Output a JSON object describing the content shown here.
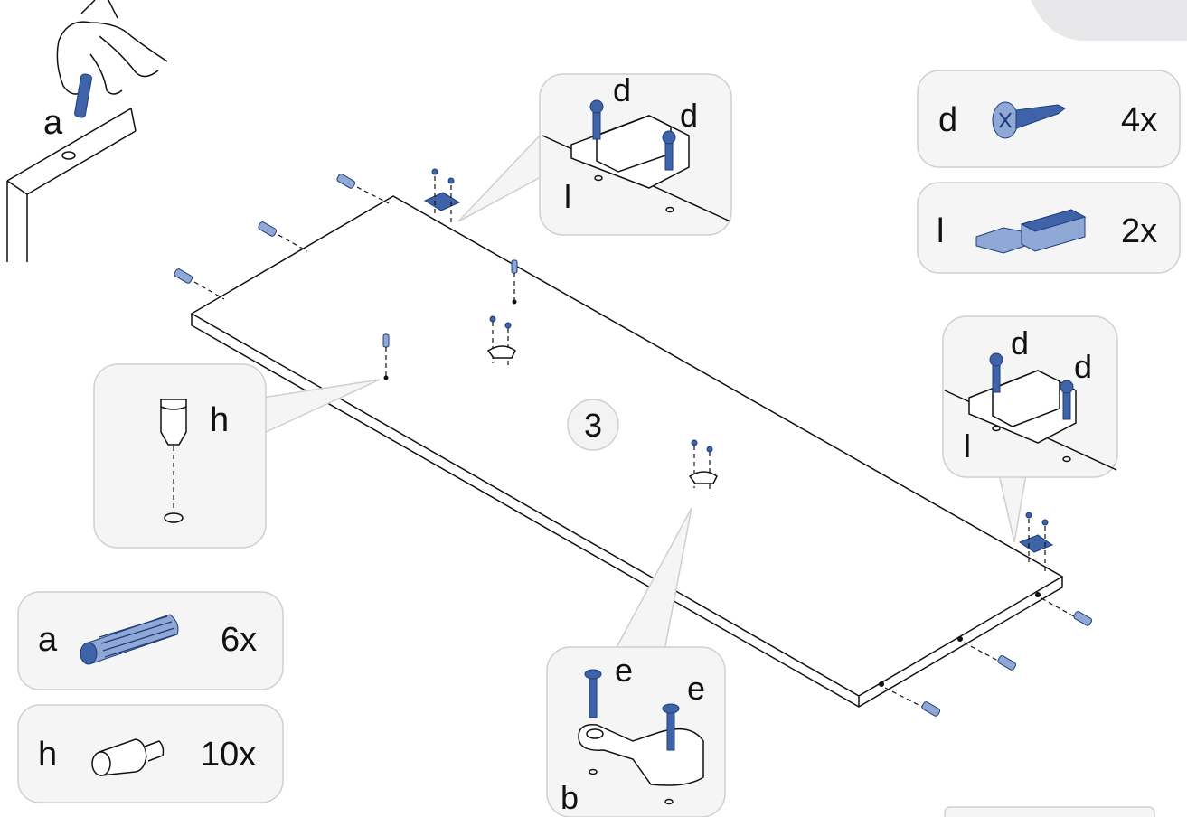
{
  "step_number": "3",
  "parts_legend": [
    {
      "letter": "d",
      "quantity": "4x",
      "icon": "screw-icon"
    },
    {
      "letter": "l",
      "quantity": "2x",
      "icon": "magnetic-catch-icon"
    },
    {
      "letter": "a",
      "quantity": "6x",
      "icon": "dowel-icon"
    },
    {
      "letter": "h",
      "quantity": "10x",
      "icon": "shelf-pin-icon"
    }
  ],
  "detail_callouts": {
    "top_catch": {
      "screw_left": "d",
      "screw_right": "d",
      "catch": "l"
    },
    "right_catch": {
      "screw_left": "d",
      "screw_right": "d",
      "catch": "l"
    },
    "shelf_pin": {
      "pin": "h"
    },
    "clip": {
      "screw_left": "e",
      "screw_right": "e",
      "clip": "b"
    },
    "dowel_insert": {
      "dowel": "a"
    }
  },
  "colors": {
    "part_blue": "#3f63a8",
    "bubble_bg": "#f5f5f5",
    "line": "#111111"
  }
}
